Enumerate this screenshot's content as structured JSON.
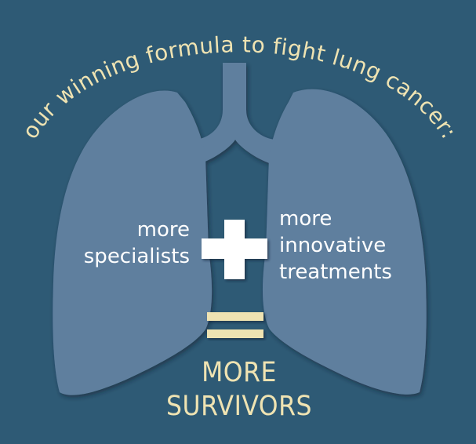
{
  "headline": "our winning formula to fight lung cancer:",
  "left_term": [
    "more",
    "specialists"
  ],
  "right_term": [
    "more",
    "innovative",
    "treatments"
  ],
  "operators": {
    "plus": "plus-sign",
    "equals": "equals-sign"
  },
  "result": [
    "MORE",
    "SURVIVORS"
  ],
  "colors": {
    "background": "#2e5a75",
    "lung_fill": "#5f7f9e",
    "accent_cream": "#efe3b2",
    "white": "#ffffff"
  }
}
